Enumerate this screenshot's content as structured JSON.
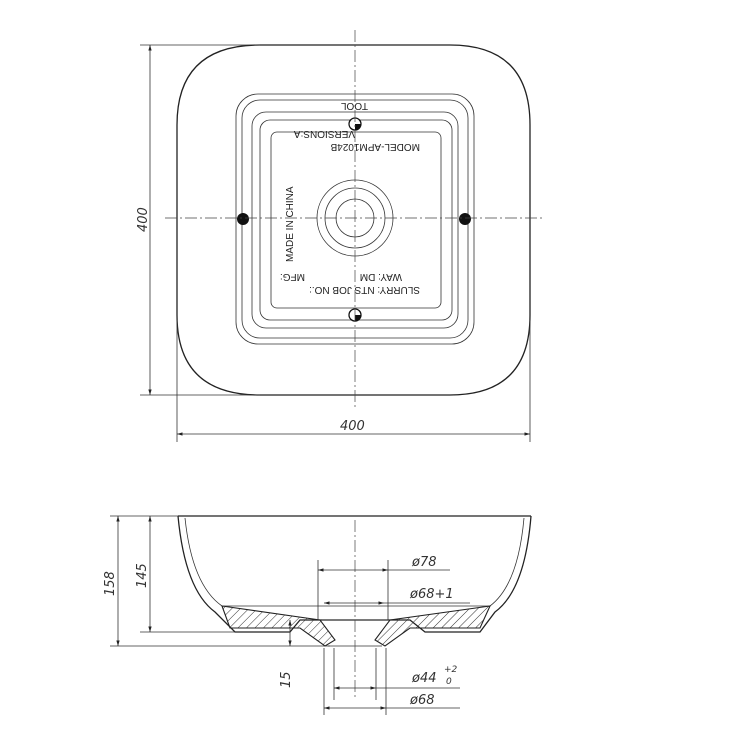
{
  "top_view": {
    "dim_height": "400",
    "dim_width": "400",
    "labels": {
      "way": "WAY: DM",
      "slurry": "SLURRY: NTS  JOB NO.:",
      "mfg": "MFG:",
      "made_in": "MADE IN CHINA",
      "model": "MODEL-APM1024B",
      "version": "VERSIONS:A",
      "tool": "TOOL"
    }
  },
  "side_view": {
    "dim_total_height": "158",
    "dim_inner_depth": "145",
    "dim_base": "15",
    "dim_d78": "ø78",
    "dim_d68_1": "ø68+1",
    "dim_d44": "ø44",
    "dim_d44_tol_upper": "+2",
    "dim_d44_tol_lower": "0",
    "dim_d68": "ø68"
  }
}
